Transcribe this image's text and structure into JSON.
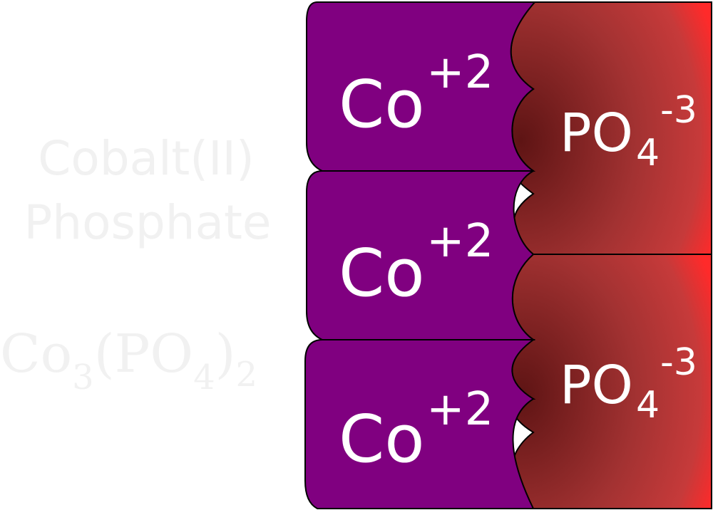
{
  "compound": {
    "name_line1": "Cobalt(II)",
    "name_line2": "Phosphate",
    "formula": {
      "element": "Co",
      "element_subscript": "3",
      "open_paren": "(",
      "group": "PO",
      "group_subscript": "4",
      "close_paren": ")",
      "group_count": "2"
    }
  },
  "cations": [
    {
      "symbol": "Co",
      "charge": "+2"
    },
    {
      "symbol": "Co",
      "charge": "+2"
    },
    {
      "symbol": "Co",
      "charge": "+2"
    }
  ],
  "anions": [
    {
      "symbol": "PO",
      "subscript": "4",
      "charge": "-3"
    },
    {
      "symbol": "PO",
      "subscript": "4",
      "charge": "-3"
    }
  ],
  "colors": {
    "cation_fill": "#800080",
    "anion_dark": "#5e1414",
    "anion_mid": "#a33232",
    "anion_bright": "#ff2a2a",
    "ghost_text": "#f1f1f1"
  }
}
